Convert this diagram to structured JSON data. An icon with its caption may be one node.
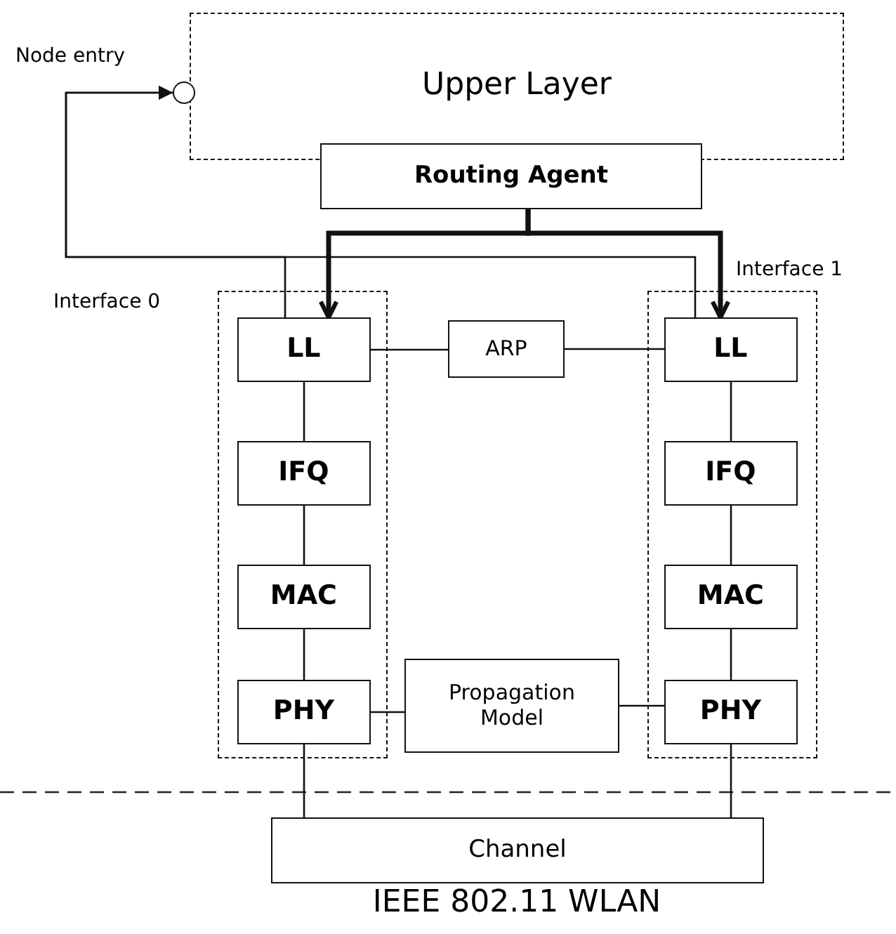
{
  "diagram": {
    "caption": "IEEE 802.11 WLAN",
    "nodes": [
      {
        "text": [
          "Upper Layer"
        ]
      },
      {
        "text": [],
        "shape": "circle",
        "beside": [
          "Node entry"
        ]
      },
      {
        "text": [
          "Routing Agent"
        ]
      },
      {
        "text": [
          "Interface 0"
        ]
      },
      {
        "text": [
          "LL"
        ],
        "in": 3
      },
      {
        "text": [
          "IFQ"
        ],
        "in": 3
      },
      {
        "text": [
          "MAC"
        ],
        "in": 3
      },
      {
        "text": [
          "PHY"
        ],
        "in": 3
      },
      {
        "text": [
          "ARP"
        ]
      },
      {
        "text": [
          "Interface 1"
        ]
      },
      {
        "text": [
          "LL"
        ],
        "in": 9
      },
      {
        "text": [
          "IFQ"
        ],
        "in": 9
      },
      {
        "text": [
          "MAC"
        ],
        "in": 9
      },
      {
        "text": [
          "PHY"
        ],
        "in": 9
      },
      {
        "text": [
          "Propagation Model"
        ]
      },
      {
        "text": [
          "Channel"
        ]
      }
    ],
    "edges": [
      {
        "from": 2,
        "to": 4,
        "arrow": "to",
        "style": "thick"
      },
      {
        "from": 2,
        "to": 10,
        "arrow": "to",
        "style": "thick"
      },
      {
        "from": 4,
        "to": 1,
        "arrow": "to"
      },
      {
        "from": 10,
        "to": 1,
        "arrow": "to"
      },
      {
        "from": 4,
        "to": 8,
        "arrow": "none"
      },
      {
        "from": 8,
        "to": 10,
        "arrow": "none"
      },
      {
        "from": 4,
        "to": 5,
        "arrow": "none"
      },
      {
        "from": 5,
        "to": 6,
        "arrow": "none"
      },
      {
        "from": 6,
        "to": 7,
        "arrow": "none"
      },
      {
        "from": 10,
        "to": 11,
        "arrow": "none"
      },
      {
        "from": 11,
        "to": 12,
        "arrow": "none"
      },
      {
        "from": 12,
        "to": 13,
        "arrow": "none"
      },
      {
        "from": 7,
        "to": 14,
        "arrow": "none"
      },
      {
        "from": 14,
        "to": 13,
        "arrow": "none"
      },
      {
        "from": 7,
        "to": 15,
        "arrow": "none"
      },
      {
        "from": 13,
        "to": 15,
        "arrow": "none"
      }
    ]
  }
}
